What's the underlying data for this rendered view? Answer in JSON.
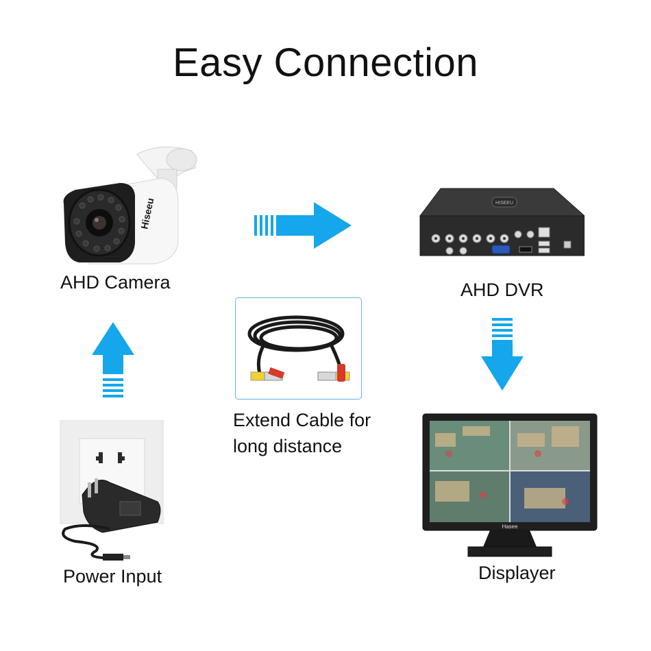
{
  "title": "Easy Connection",
  "labels": {
    "camera": "AHD Camera",
    "dvr": "AHD DVR",
    "cable_line1": "Extend Cable for",
    "cable_line2": "long distance",
    "power": "Power Input",
    "display": "Displayer"
  },
  "brand": {
    "camera_logo": "Hiseeu",
    "monitor_logo": "Hasee"
  },
  "colors": {
    "arrow": "#15a6ec",
    "cable_frame": "#5fb6e6",
    "device_dark": "#2b2b2b"
  }
}
